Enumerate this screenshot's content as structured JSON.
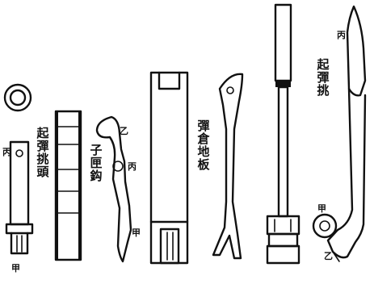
{
  "labels": {
    "qitan_tiaotou": "起彈挑頭",
    "zimu_gou": "子匣鈎",
    "dancang_diban": "彈倉地板",
    "qitan_tiao": "起彈挑",
    "jia_1": "甲",
    "jia_2": "甲",
    "jia_3": "甲",
    "yi_1": "乙",
    "yi_2": "乙",
    "bing_1": "丙",
    "bing_2": "丙",
    "bing_3": "丙"
  },
  "colors": {
    "ink": "#111111",
    "paper": "#ffffff"
  }
}
